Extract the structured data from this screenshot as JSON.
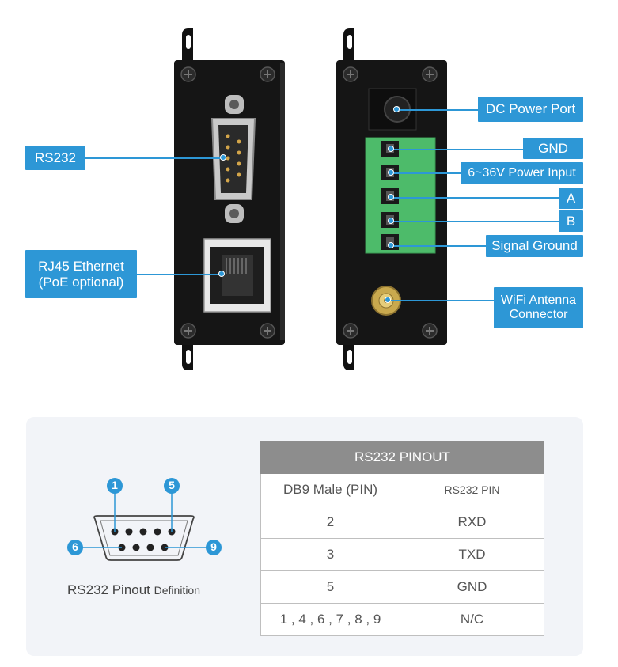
{
  "left_device": {
    "labels": {
      "rs232": "RS232",
      "rj45_line1": "RJ45 Ethernet",
      "rj45_line2": "(PoE optional)"
    }
  },
  "right_device": {
    "labels": {
      "dc_power": "DC Power Port",
      "gnd": "GND",
      "power_input": "6~36V Power Input",
      "a": "A",
      "b": "B",
      "signal_ground": "Signal Ground",
      "wifi_line1": "WiFi Antenna",
      "wifi_line2": "Connector"
    }
  },
  "pinout_diagram": {
    "pin_1": "1",
    "pin_5": "5",
    "pin_6": "6",
    "pin_9": "9",
    "caption_main": "RS232 Pinout",
    "caption_small": "Definition"
  },
  "pinout_table": {
    "title": "RS232 PINOUT",
    "header_col1": "DB9 Male (PIN)",
    "header_col2": "RS232 PIN",
    "rows": [
      {
        "pin": "2",
        "signal": "RXD"
      },
      {
        "pin": "3",
        "signal": "TXD"
      },
      {
        "pin": "5",
        "signal": "GND"
      },
      {
        "pin": "1 , 4 , 6 , 7 , 8 , 9",
        "signal": "N/C"
      }
    ]
  },
  "colors": {
    "accent": "#2d97d6",
    "device_body": "#151515",
    "terminal_green": "#4dbb6a",
    "panel_bg": "#f2f4f8",
    "table_header": "#8d8d8d"
  }
}
